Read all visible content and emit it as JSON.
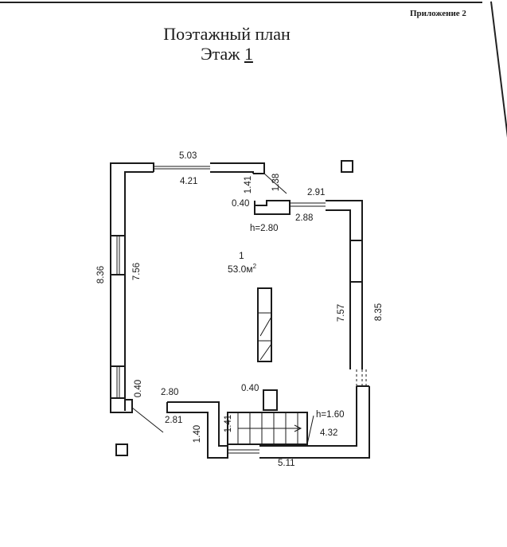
{
  "header": {
    "appendix": "Приложение  2",
    "title": "Поэтажный план",
    "floor_prefix": "Этаж ",
    "floor_number": "1"
  },
  "room": {
    "number": "1",
    "area": "53.0м",
    "area_unit_sup": "2",
    "height": "h=2.80"
  },
  "dimensions": {
    "top_outer": "5.03",
    "top_inner": "4.21",
    "notch_diag": "1.38",
    "notch_vert": "1.41",
    "notch_small": "0.40",
    "right_top_outer": "2.91",
    "right_top_inner": "2.88",
    "left_outer": "8.36",
    "left_inner": "7.56",
    "right_inner": "7.57",
    "right_outer": "8.35",
    "corner_bl": "0.40",
    "bottom_left_top": "2.80",
    "bottom_left_low": "2.81",
    "bottom_left_vert": "1.40",
    "stair_post": "0.40",
    "stair_diag": "1.41",
    "stair_height": "h=1.60",
    "bottom_inner": "4.32",
    "bottom_outer": "5.11"
  }
}
